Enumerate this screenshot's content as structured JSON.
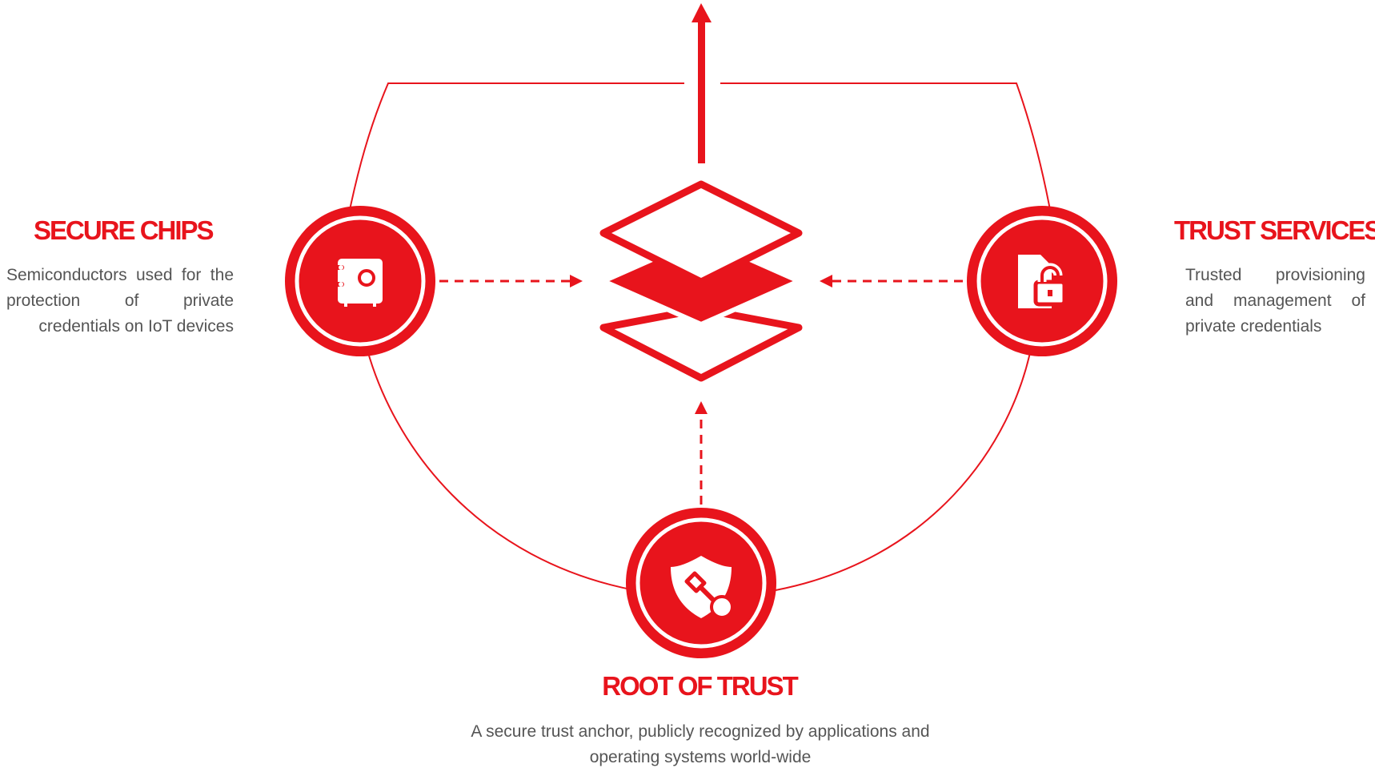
{
  "secure_chips": {
    "title": "SECURE CHIPS",
    "description": "Semiconductors used for the protection of private credentials on IoT devices",
    "icon": "safe-icon"
  },
  "trust_services": {
    "title": "TRUST SERVICES",
    "description": "Trusted provisioning and management of private credentials",
    "icon": "document-lock-icon"
  },
  "root_of_trust": {
    "title": "ROOT OF TRUST",
    "description": "A secure trust anchor, publicly recognized by applications and operating systems world-wide",
    "icon": "shield-key-icon"
  },
  "center": {
    "icon": "layers-icon"
  },
  "colors": {
    "accent": "#e8141c",
    "text": "#555555",
    "background": "#ffffff"
  }
}
